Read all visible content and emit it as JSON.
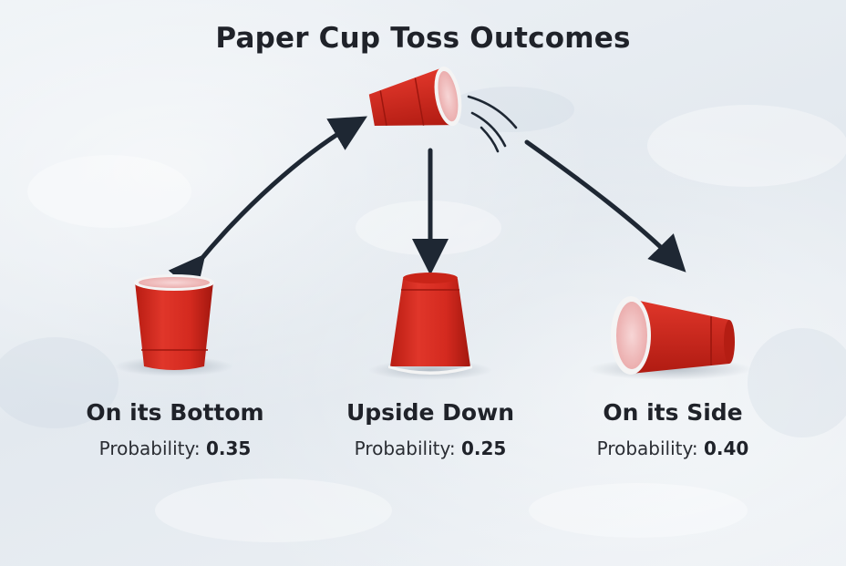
{
  "title": "Paper Cup Toss Outcomes",
  "colors": {
    "cup_red": "#d62a1e",
    "arrow": "#1e2733",
    "rim": "#f4f4f4"
  },
  "outcomes": [
    {
      "name": "On its Bottom",
      "probability_label": "Probability:",
      "probability": "0.35",
      "icon": "upright-cup-icon"
    },
    {
      "name": "Upside Down",
      "probability_label": "Probability:",
      "probability": "0.25",
      "icon": "inverted-cup-icon"
    },
    {
      "name": "On its Side",
      "probability_label": "Probability:",
      "probability": "0.40",
      "icon": "side-cup-icon"
    }
  ],
  "tossed_cup_icon": "tossed-cup-icon"
}
